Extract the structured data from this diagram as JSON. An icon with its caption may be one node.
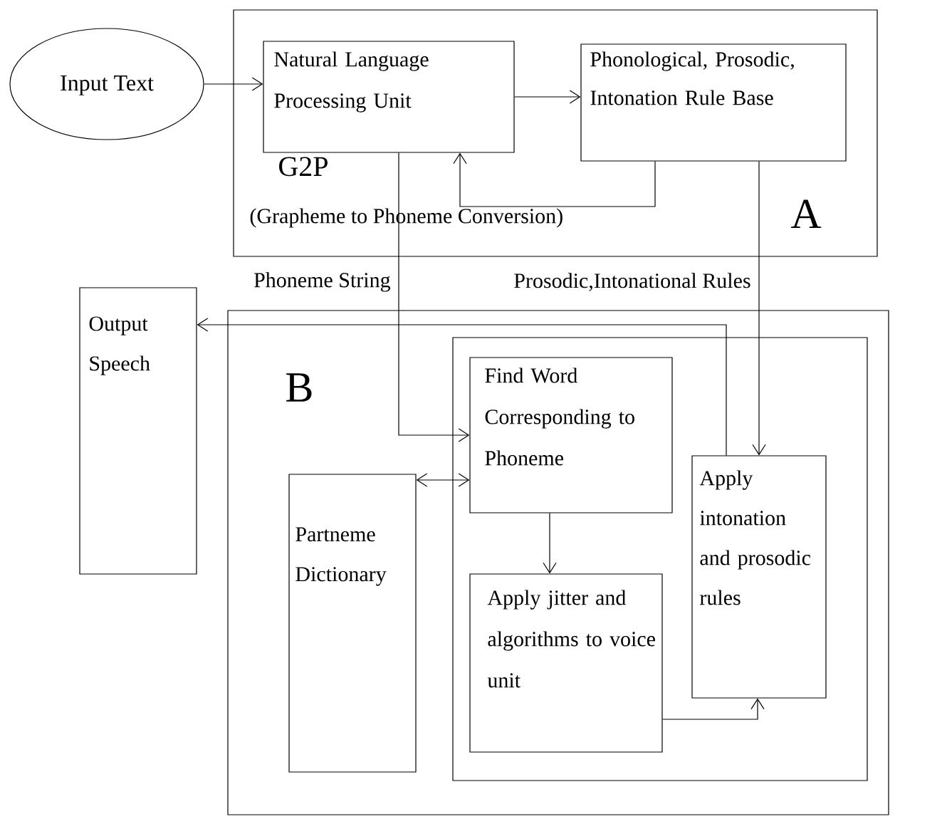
{
  "diagram": {
    "nodes": [
      {
        "text": [
          "Input Text"
        ]
      },
      {
        "text": [
          "G2P",
          "(Grapheme to Phoneme Conversion)",
          "A"
        ]
      },
      {
        "text": [
          "Natural Language Processing Unit"
        ],
        "in": 1
      },
      {
        "text": [
          "Phonological, Prosodic, Intonation Rule Base"
        ],
        "in": 1
      },
      {
        "text": [
          "Output Speech"
        ]
      },
      {
        "text": [
          "B"
        ]
      },
      {
        "text": [],
        "shape": "box",
        "in": 5
      },
      {
        "text": [
          "Partneme Dictionary"
        ],
        "in": 5
      },
      {
        "text": [
          "Find Word Corresponding to Phoneme"
        ],
        "in": 6
      },
      {
        "text": [
          "Apply jitter and algorithms to voice unit"
        ],
        "in": 6
      },
      {
        "text": [
          "Apply intonation and prosodic rules"
        ],
        "in": 6
      }
    ],
    "edges": [
      {
        "from": 0,
        "to": 2,
        "arrow": "to"
      },
      {
        "from": 2,
        "to": 3,
        "arrow": "to"
      },
      {
        "from": 3,
        "to": 2,
        "arrow": "to"
      },
      {
        "from": 2,
        "to": 8,
        "arrow": "to",
        "label": "Phoneme String"
      },
      {
        "from": 3,
        "to": 10,
        "arrow": "to",
        "label": "Prosodic,Intonational Rules"
      },
      {
        "from": 7,
        "to": 8,
        "arrow": "both"
      },
      {
        "from": 8,
        "to": 9,
        "arrow": "to"
      },
      {
        "from": 9,
        "to": 10,
        "arrow": "to"
      },
      {
        "from": 10,
        "to": 4,
        "arrow": "to"
      }
    ]
  }
}
